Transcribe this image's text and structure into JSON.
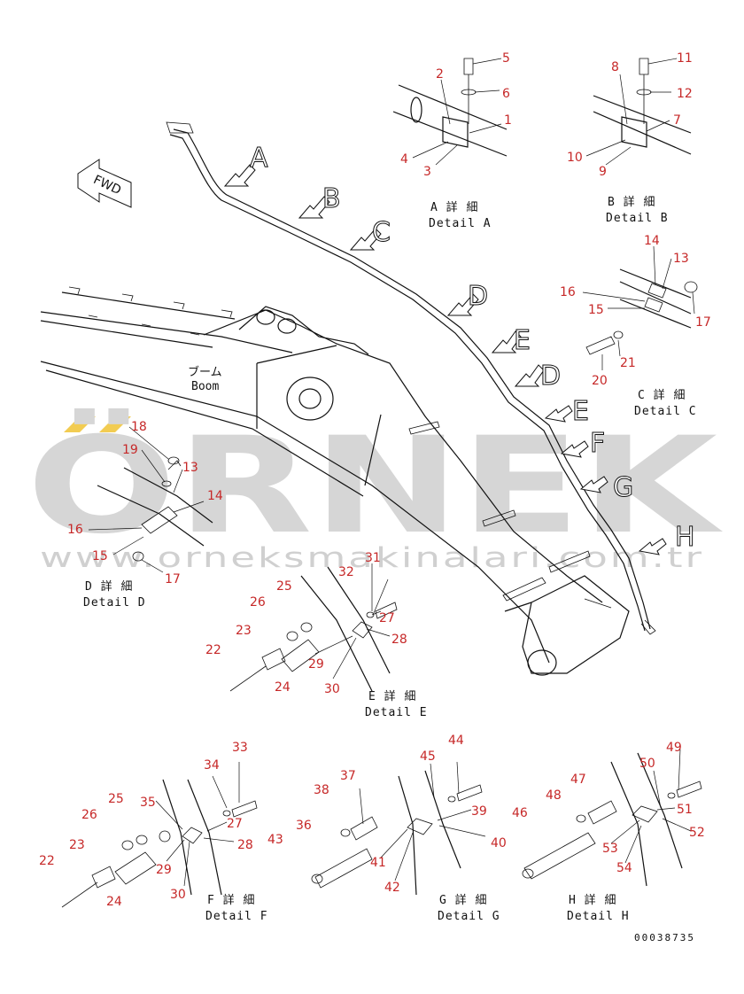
{
  "drawing": {
    "watermark": {
      "brand": "ÖRNEK",
      "url": "www.orneksmakinalari.com.tr",
      "accent": "#f2cc52"
    },
    "doc_number": "00038735",
    "fwd_label": "FWD",
    "boom_label_jp": "ブーム",
    "boom_label_en": "Boom",
    "view_letters": [
      "A",
      "B",
      "C",
      "D",
      "E",
      "D",
      "E",
      "F",
      "G",
      "H"
    ],
    "details": [
      {
        "jp": "A 詳 細",
        "en": "Detail A"
      },
      {
        "jp": "B 詳 細",
        "en": "Detail B"
      },
      {
        "jp": "C 詳 細",
        "en": "Detail C"
      },
      {
        "jp": "D 詳 細",
        "en": "Detail D"
      },
      {
        "jp": "E 詳 細",
        "en": "Detail E"
      },
      {
        "jp": "F 詳 細",
        "en": "Detail F"
      },
      {
        "jp": "G 詳 細",
        "en": "Detail G"
      },
      {
        "jp": "H 詳 細",
        "en": "Detail H"
      }
    ],
    "callouts": [
      "1",
      "2",
      "3",
      "4",
      "5",
      "6",
      "7",
      "8",
      "9",
      "10",
      "11",
      "12",
      "13",
      "14",
      "15",
      "16",
      "17",
      "18",
      "19",
      "20",
      "21",
      "22",
      "23",
      "24",
      "25",
      "26",
      "27",
      "28",
      "29",
      "30",
      "31",
      "32",
      "33",
      "34",
      "35",
      "36",
      "37",
      "38",
      "39",
      "40",
      "41",
      "42",
      "43",
      "44",
      "45",
      "46",
      "47",
      "48",
      "49",
      "50",
      "51",
      "52",
      "53",
      "54"
    ],
    "extra_callouts": [
      "13",
      "14",
      "15",
      "16",
      "17",
      "22",
      "23",
      "24",
      "25",
      "26",
      "27",
      "28",
      "29",
      "30"
    ],
    "colors": {
      "callout": "#c62828",
      "line": "#111111"
    }
  }
}
